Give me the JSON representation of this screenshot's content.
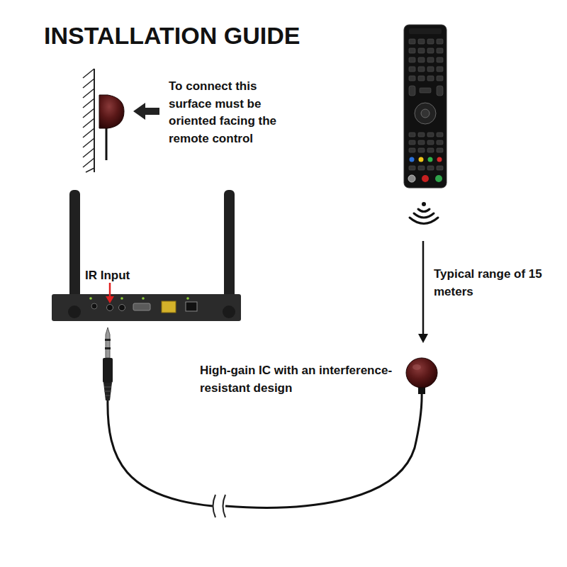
{
  "diagram": {
    "title": "INSTALLATION GUIDE",
    "labels": [
      "To connect this surface must be oriented facing the remote control",
      "IR Input",
      "Typical range of 15 meters",
      "High-gain IC with an interference-resistant design"
    ]
  }
}
